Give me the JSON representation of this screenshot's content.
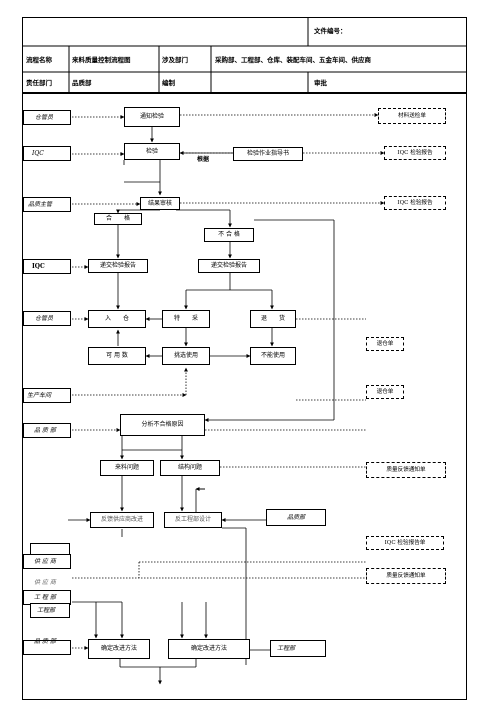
{
  "header": {
    "doc_no_label": "文件编号：",
    "process_name_label": "流程名称",
    "process_name": "来料质量控制流程图",
    "dept_label": "涉及部门",
    "dept_value": "采购部、工程部、仓库、装配车间、五金车间、供应商",
    "owner_label": "责任部门",
    "owner_value": "品质部",
    "prepared_label": "编制",
    "reviewed_label": "审批"
  },
  "lanes": {
    "warehouse1": "仓管员",
    "iqc1": "IQC",
    "quality_supervisor": "品质主管",
    "iqc2": "IQC",
    "warehouse2": "仓管员",
    "production": "生产车间",
    "qa1": "品 质 部",
    "supplier": "供 应 商",
    "supplier_shadow": "供 应 商",
    "eng1": "工 程 部",
    "eng2": "工程部",
    "qa2": "品 质 部"
  },
  "steps": {
    "notify_inspect": "通知检验",
    "inspect": "检验",
    "result_review": "结果审核",
    "pass": "合　　格",
    "fail": "不 合 格",
    "submit_report_a": "递交检验报告",
    "submit_report_b": "递交检验报告",
    "stock_in": "入　　仓",
    "special_accept": "特　　采",
    "return_goods": "退　　货",
    "usable": "可 用 数",
    "sort_use": "挑选使用",
    "unusable": "不能使用",
    "analyze": "分析不合格原因",
    "material_issue": "来料问题",
    "structure_issue": "结构问题",
    "feedback_supplier": "反馈供应商改进",
    "feedback_eng": "反工程部设计",
    "qa_box": "品质部",
    "confirm_a": "确定改进方法",
    "confirm_b": "确定改进方法",
    "eng_box": "工程部"
  },
  "notes": {
    "according": "根据",
    "standard_doc": "检验作业指导书"
  },
  "docs": {
    "receipt_order": "材料送检单",
    "iqc_report_1": "IQC 检验报告",
    "iqc_report_2": "IQC 检验报告",
    "return_form": "退仓单",
    "return_form_2": "退仓单",
    "quality_feedback_1": "质量反馈通知单",
    "iqc_report_3": "IQC 检验报告单",
    "quality_feedback_2": "质量反馈通知单"
  }
}
